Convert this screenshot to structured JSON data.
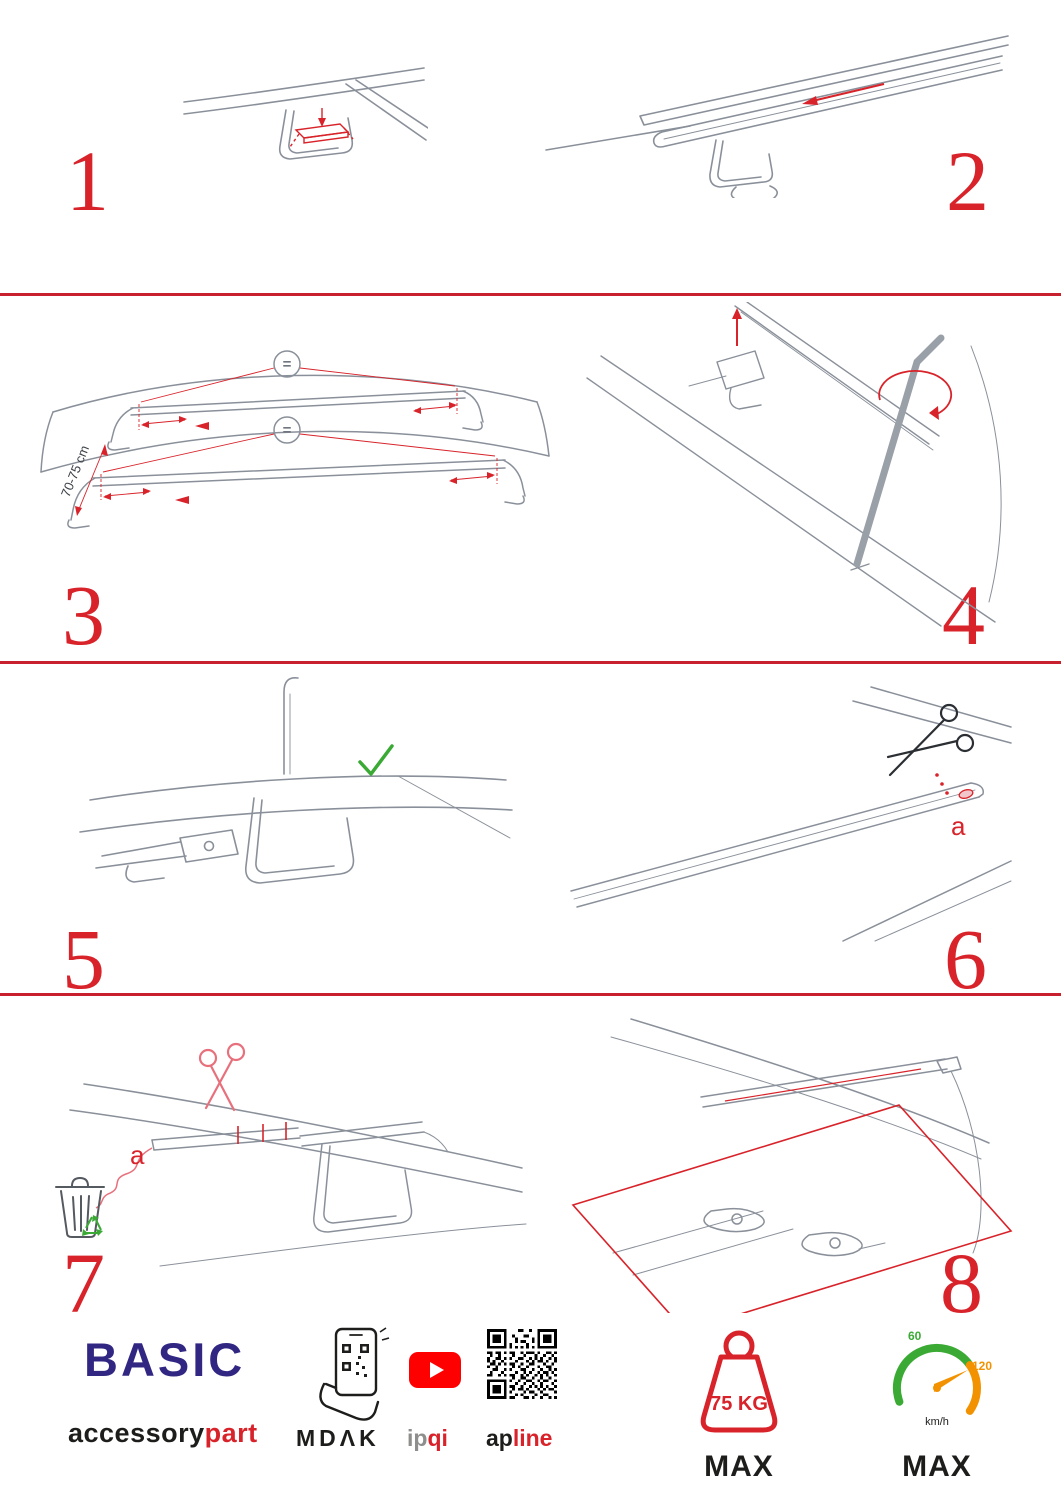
{
  "colors": {
    "accent_red": "#d8232a",
    "brand_blue": "#312783",
    "green": "#3aaa35",
    "orange": "#f39200"
  },
  "steps": [
    {
      "number": "1"
    },
    {
      "number": "2"
    },
    {
      "number": "3"
    },
    {
      "number": "4"
    },
    {
      "number": "5"
    },
    {
      "number": "6"
    },
    {
      "number": "7"
    },
    {
      "number": "8"
    }
  ],
  "step3": {
    "equals": "=",
    "measurement": "70-75 cm"
  },
  "step6": {
    "label_a": "a"
  },
  "step7": {
    "label_a": "a"
  },
  "footer": {
    "brand": "BASIC",
    "brand_sub": {
      "part1": "accessory",
      "part2": "part"
    },
    "partner_mdak": "MDΛK",
    "partner_ipqi": {
      "part1": "ip",
      "part2": "qi"
    },
    "partner_apline": {
      "part1": "ap",
      "part2": "line"
    },
    "weight": {
      "value": "75 KG",
      "max": "MAX"
    },
    "speed": {
      "low": "60",
      "high": "120",
      "unit": "km/h",
      "max": "MAX"
    }
  }
}
